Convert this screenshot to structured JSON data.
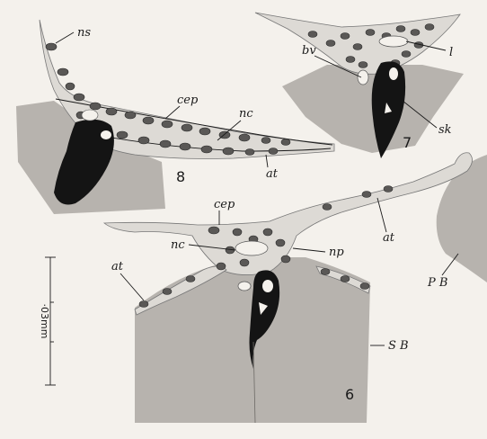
{
  "figures": [
    {
      "number": "8"
    },
    {
      "number": "7"
    },
    {
      "number": "6"
    }
  ],
  "labels": {
    "ns": "ns",
    "cep_8": "cep",
    "nc_8": "nc",
    "at_8": "at",
    "bv": "bv",
    "l": "l",
    "sk": "sk",
    "cep_6": "cep",
    "nc_6": "nc",
    "np": "np",
    "at_6_right": "at",
    "at_6_left": "at",
    "pb": "P B",
    "sb": "S B"
  },
  "scale_bar": {
    "label": "·03mm"
  },
  "colors": {
    "background": "#f4f1ec",
    "blocks": "#b7b3ae",
    "tissue": "#dddad5",
    "nuclei": "#5a5856",
    "skeleton": "#141414"
  }
}
